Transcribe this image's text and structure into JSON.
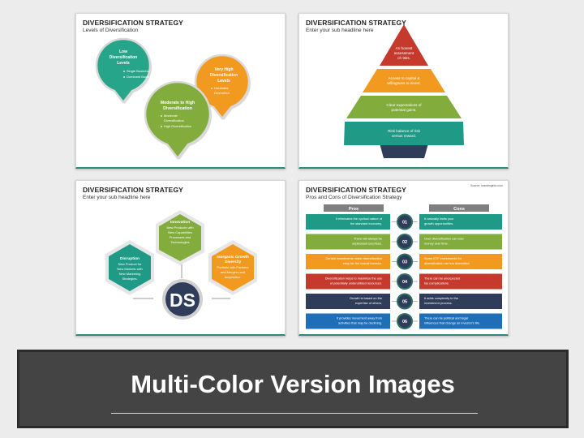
{
  "slides": [
    {
      "title": "DIVERSIFICATION STRATEGY",
      "subtitle": "Levels of Diversification",
      "pins": [
        {
          "color": "#27a58a",
          "title": [
            "Low",
            "Diversification",
            "Levels"
          ],
          "bullets": [
            "Single Business",
            "Dominant Business"
          ]
        },
        {
          "color": "#f29a1f",
          "title": [
            "Very High",
            "Diversification",
            "Levels"
          ],
          "bullets": [
            "Unrelated-",
            "Diversified"
          ]
        },
        {
          "color": "#82ad3c",
          "title": [
            "Moderate to High",
            "Diversification"
          ],
          "bullets": [
            "Moderate",
            "Diversification",
            "High Diversification"
          ]
        }
      ]
    },
    {
      "title": "DIVERSIFICATION STRATEGY",
      "subtitle": "Enter your sub headline here",
      "tiers": [
        {
          "color": "#c63a2e",
          "lines": [
            "An honest",
            "assessment",
            "of risks."
          ]
        },
        {
          "color": "#f29a1f",
          "lines": [
            "Access to capital &",
            "willingness to invest."
          ]
        },
        {
          "color": "#82ad3c",
          "lines": [
            "Clear expectations of",
            "potential gains."
          ]
        },
        {
          "color": "#1f9a87",
          "lines": [
            "Risk balance of risk",
            "versus reward."
          ]
        }
      ],
      "trunk_color": "#2f3d5a"
    },
    {
      "title": "DIVERSIFICATION STRATEGY",
      "subtitle": "Enter your sub headline here",
      "hexes": [
        {
          "color": "#82ad3c",
          "title": "Innovation",
          "lines": [
            "New Products with",
            "New Capabilities",
            "Processes and",
            "Technologies"
          ]
        },
        {
          "color": "#1f9a87",
          "title": "Disruption",
          "lines": [
            "New Product for",
            "New Markets with",
            "New Marketing",
            "Strategies."
          ]
        },
        {
          "color": "#f29a1f",
          "title": "Inorganic Growth",
          "title2": "Diversity",
          "lines": [
            "Portfolio with Partners",
            "and Mergers and",
            "Acquisition."
          ]
        }
      ],
      "center_label": "DS",
      "center_color": "#2f3d5a"
    },
    {
      "title": "DIVERSIFICATION STRATEGY",
      "subtitle": "Pros and Cons of Diversification Strategy",
      "source": "Source: brandinginfo.com",
      "pros_label": "Pros",
      "cons_label": "Cons",
      "rows": [
        {
          "color": "#1f9a87",
          "num": "01",
          "pro": [
            "It eliminates the cyclical nature of",
            "the standard economy."
          ],
          "con": [
            "It naturally limits your",
            "growth opportunities."
          ]
        },
        {
          "color": "#82ad3c",
          "num": "02",
          "pro": [
            "There will always be",
            "unpleasant surprises."
          ],
          "con": [
            "Over diversification can lose",
            "money over time."
          ]
        },
        {
          "color": "#f29a1f",
          "num": "03",
          "pro": [
            "Certain investments make diversification",
            "easy for the casual investor."
          ],
          "con": [
            "Some ETF investments for",
            "diversification are too diversified."
          ]
        },
        {
          "color": "#c63a2e",
          "num": "04",
          "pro": [
            "Diversification helps to maximize the use",
            "of potentially underutilized resources."
          ],
          "con": [
            "There can be unexpected",
            "tax complications."
          ]
        },
        {
          "color": "#2f3d5a",
          "num": "05",
          "pro": [
            "Growth is based on the",
            "expertise of others."
          ],
          "con": [
            "It adds complexity to the",
            "investment process."
          ]
        },
        {
          "color": "#1f6fb8",
          "num": "06",
          "pro": [
            "It provides movement away from",
            "activities that may be declining."
          ],
          "con": [
            "There can be political and legal",
            "influences that change an investor's life."
          ]
        }
      ]
    }
  ],
  "banner": {
    "title": "Multi-Color Version Images"
  }
}
